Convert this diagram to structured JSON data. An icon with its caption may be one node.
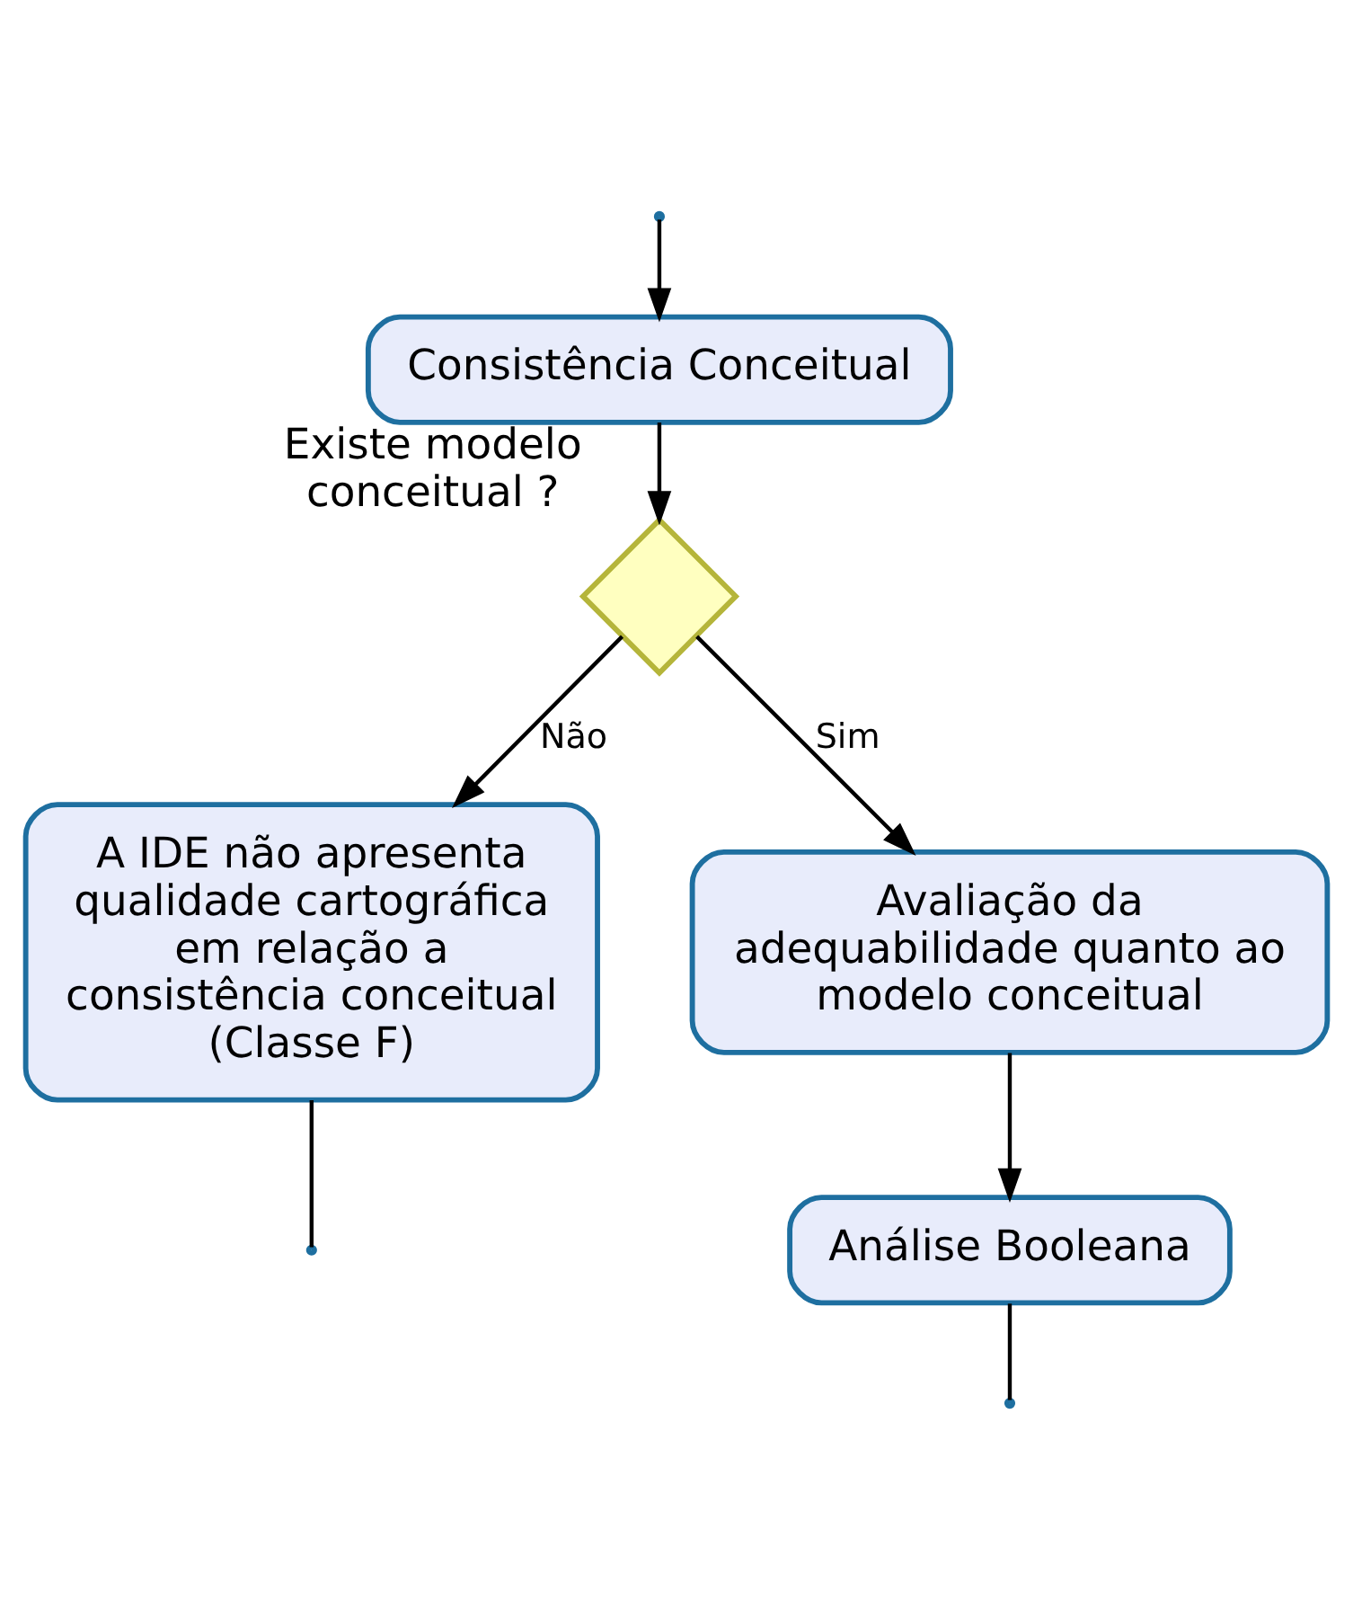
{
  "diagram": {
    "nodes": [
      {
        "text": [
          "Consistência Conceitual"
        ]
      },
      {
        "text": [],
        "shape": "diamond",
        "beside": [
          "Existe modelo conceitual ?"
        ]
      },
      {
        "text": [
          "A IDE não apresenta qualidade cartográfica em relação a consistência conceitual (Classe F)"
        ]
      },
      {
        "text": [
          "Avaliação da adequabilidade quanto ao modelo conceitual"
        ]
      },
      {
        "text": [
          "Análise Booleana"
        ]
      }
    ],
    "edges": [
      {
        "from": null,
        "to": 0,
        "arrow": "to"
      },
      {
        "from": 0,
        "to": 1,
        "arrow": "to"
      },
      {
        "from": 1,
        "to": 2,
        "arrow": "to",
        "label": "Não"
      },
      {
        "from": 1,
        "to": 3,
        "arrow": "to",
        "label": "Sim"
      },
      {
        "from": 3,
        "to": 4,
        "arrow": "to"
      },
      {
        "from": 2,
        "to": null,
        "arrow": "none"
      },
      {
        "from": 4,
        "to": null,
        "arrow": "none"
      }
    ]
  }
}
